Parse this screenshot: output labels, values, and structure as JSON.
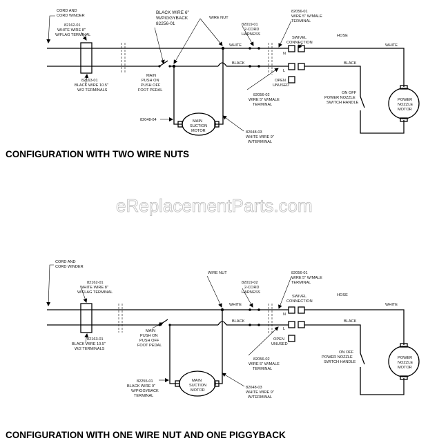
{
  "watermark": "eReplacementParts.com",
  "diagram1": {
    "title": "CONFIGURATION WITH TWO WIRE NUTS",
    "cord_winder": [
      "CORD AND",
      "CORD WINDER"
    ],
    "white_wire_flag": [
      "82162-01",
      "WHITE WIRE 8\"",
      "W/FLAG TERMINAL"
    ],
    "black_wire_2term": [
      "82163-01",
      "BLACK WIRE 10.5\"",
      "W/2 TERMINALS"
    ],
    "black_wire_piggy": [
      "BLACK WIRE 6\"",
      "W/PIGGYBACK",
      "82256-01"
    ],
    "wire_nut": "WIRE NUT",
    "main_switch": [
      "MAIN",
      "PUSH ON",
      "PUSH OFF",
      "FOOT PEDAL"
    ],
    "motor_left_part": "82048-04",
    "main_motor": [
      "MAIN",
      "SUCTION",
      "MOTOR"
    ],
    "motor_right_part": [
      "82048-03",
      "WHITE WIRE 9\"",
      "W/TERMINAL"
    ],
    "harness": [
      "82019-01",
      "2-CORD",
      "HARNESS"
    ],
    "white": "WHITE",
    "black": "BLACK",
    "wire_82056_01": [
      "82056-01",
      "WIRE 5\" W/MALE",
      "TERMINAL"
    ],
    "wire_82056_02": [
      "82056-02",
      "WIRE 5\" W/MALE",
      "TERMINAL"
    ],
    "swivel": [
      "SWIVEL",
      "CONNECTION"
    ],
    "hose": "HOSE",
    "n": "N",
    "l": "L",
    "open_unused": [
      "OPEN",
      "UNUSED"
    ],
    "nozzle_switch": [
      "ON OFF",
      "POWER NOZZLE",
      "SWITCH HANDLE"
    ],
    "nozzle_motor": [
      "POWER",
      "NOZZLE",
      "MOTOR"
    ]
  },
  "diagram2": {
    "title": "CONFIGURATION WITH ONE WIRE NUT AND ONE PIGGYBACK",
    "cord_winder": [
      "CORD AND",
      "CORD WINDER"
    ],
    "white_wire_flag": [
      "82162-01",
      "WHITE WIRE 8\"",
      "W/FLAG TERMINAL"
    ],
    "black_wire_2term": [
      "82163-01",
      "BLACK WIRE 10.5\"",
      "W/2 TERMINALS"
    ],
    "wire_nut": "WIRE NUT",
    "main_switch": [
      "MAIN",
      "PUSH ON",
      "PUSH OFF",
      "FOOT PEDAL"
    ],
    "black_wire_piggy": [
      "82255-01",
      "BLACK WIRE 9\"",
      "W/PIGGYBACK",
      "TERMINAL"
    ],
    "main_motor": [
      "MAIN",
      "SUCTION",
      "MOTOR"
    ],
    "motor_right_part": [
      "82048-03",
      "WHITE WIRE 9\"",
      "W/TERMINAL"
    ],
    "harness": [
      "82019-02",
      "2-CORD",
      "HARNESS"
    ],
    "white": "WHITE",
    "black": "BLACK",
    "wire_82056_01": [
      "82056-01",
      "WIRE 5\" W/MALE",
      "TERMINAL"
    ],
    "wire_82056_02": [
      "82056-02",
      "WIRE 5\" W/MALE",
      "TERMINAL"
    ],
    "swivel": [
      "SWIVEL",
      "CONNECTION"
    ],
    "hose": "HOSE",
    "n": "N",
    "l": "L",
    "open_unused": [
      "OPEN",
      "UNUSED"
    ],
    "nozzle_switch": [
      "ON OFF",
      "POWER NOZZLE",
      "SWITCH HANDLE"
    ],
    "nozzle_motor": [
      "POWER",
      "NOZZLE",
      "MOTOR"
    ]
  }
}
